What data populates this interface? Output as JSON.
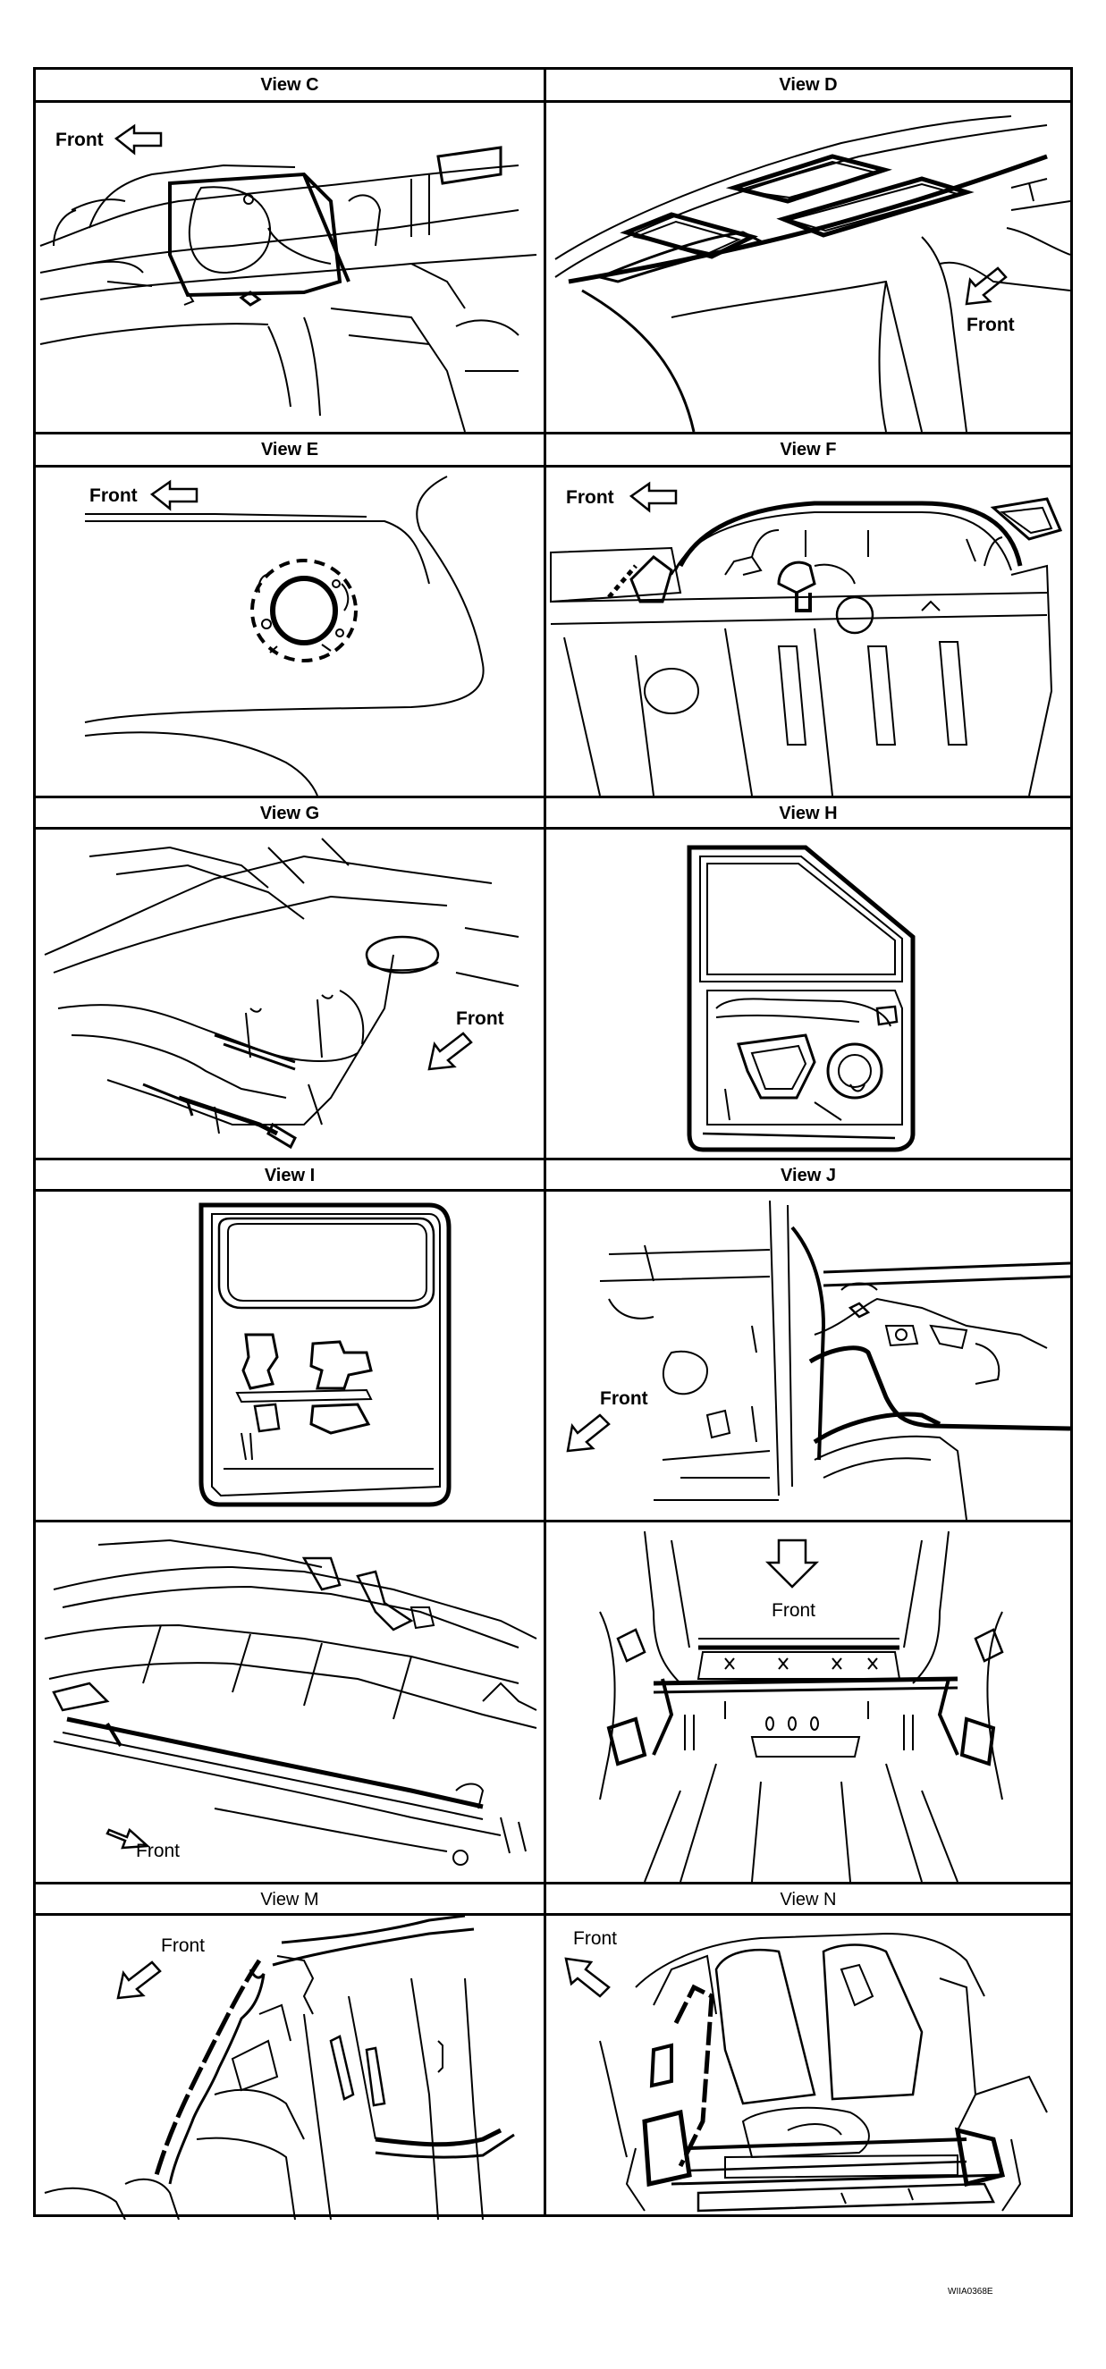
{
  "views": [
    {
      "id": "C",
      "title": "View C",
      "front_label": "Front"
    },
    {
      "id": "D",
      "title": "View D",
      "front_label": "Front"
    },
    {
      "id": "E",
      "title": "View E",
      "front_label": "Front"
    },
    {
      "id": "F",
      "title": "View F",
      "front_label": "Front"
    },
    {
      "id": "G",
      "title": "View G",
      "front_label": "Front"
    },
    {
      "id": "H",
      "title": "View H"
    },
    {
      "id": "I",
      "title": "View I"
    },
    {
      "id": "J",
      "title": "View J",
      "front_label": "Front"
    },
    {
      "id": "K",
      "title": "",
      "front_label": "Front"
    },
    {
      "id": "L",
      "title": "",
      "front_label": "Front"
    },
    {
      "id": "M",
      "title": "View M",
      "front_label": "Front"
    },
    {
      "id": "N",
      "title": "View N",
      "front_label": "Front"
    }
  ],
  "figure_code": "WIIA0368E"
}
